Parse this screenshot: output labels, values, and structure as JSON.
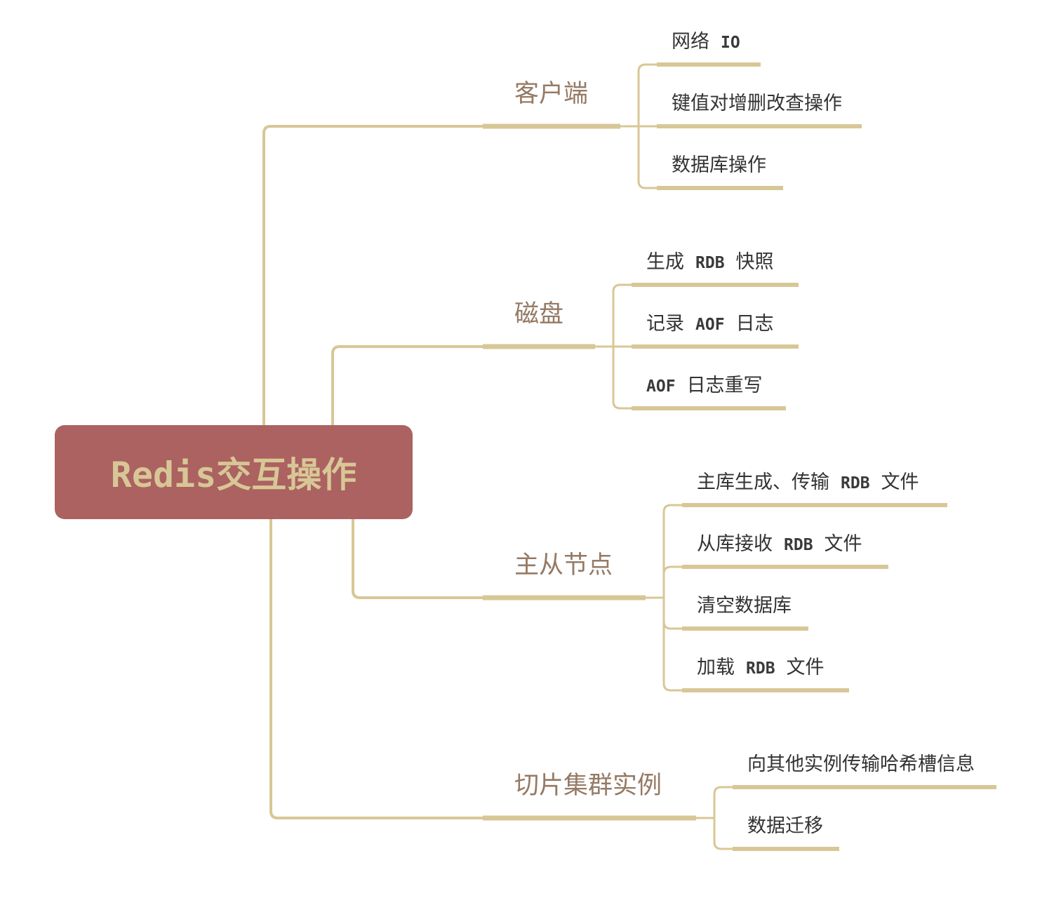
{
  "colors": {
    "line": "#d8c796",
    "root_bg": "#ab6261",
    "root_text": "#d8c796",
    "branch_text": "#957a64",
    "leaf_text": "#333333"
  },
  "root": {
    "label": "Redis交互操作"
  },
  "branches": [
    {
      "label": "客户端",
      "children": [
        {
          "parts": [
            "网络",
            "IO"
          ]
        },
        {
          "parts": [
            "键值对增删改查操作"
          ]
        },
        {
          "parts": [
            "数据库操作"
          ]
        }
      ]
    },
    {
      "label": "磁盘",
      "children": [
        {
          "parts": [
            "生成",
            "RDB",
            "快照"
          ]
        },
        {
          "parts": [
            "记录",
            "AOF",
            "日志"
          ]
        },
        {
          "parts": [
            "AOF",
            "日志重写"
          ]
        }
      ]
    },
    {
      "label": "主从节点",
      "children": [
        {
          "parts": [
            "主库生成、传输",
            "RDB",
            "文件"
          ]
        },
        {
          "parts": [
            "从库接收",
            "RDB",
            "文件"
          ]
        },
        {
          "parts": [
            "清空数据库"
          ]
        },
        {
          "parts": [
            "加载",
            "RDB",
            "文件"
          ]
        }
      ]
    },
    {
      "label": "切片集群实例",
      "children": [
        {
          "parts": [
            "向其他实例传输哈希槽信息"
          ]
        },
        {
          "parts": [
            "数据迁移"
          ]
        }
      ]
    }
  ]
}
